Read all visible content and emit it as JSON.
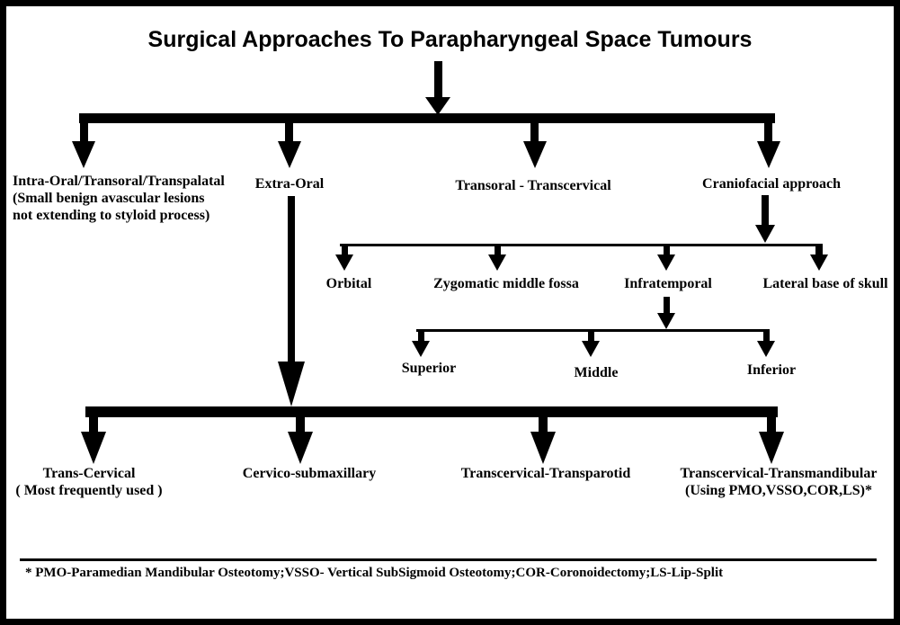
{
  "colors": {
    "ink": "#000000",
    "paper": "#ffffff"
  },
  "title": "Surgical Approaches To Parapharyngeal Space Tumours",
  "level1": {
    "intra_oral_line1": "Intra-Oral/Transoral/Transpalatal",
    "intra_oral_line2": "(Small benign avascular lesions",
    "intra_oral_line3": "not extending to styloid process)",
    "extra_oral": "Extra-Oral",
    "transoral_transcervical": "Transoral - Transcervical",
    "craniofacial": "Craniofacial approach"
  },
  "craniofacial_branches": {
    "orbital": "Orbital",
    "zygomatic_middle_fossa": "Zygomatic middle fossa",
    "infratemporal": "Infratemporal",
    "lateral_base_of_skull": "Lateral base of skull"
  },
  "infratemporal_branches": {
    "superior": "Superior",
    "middle": "Middle",
    "inferior": "Inferior"
  },
  "extra_oral_branches": {
    "trans_cervical_line1": "Trans-Cervical",
    "trans_cervical_line2": "( Most frequently used )",
    "cervico_submaxillary": "Cervico-submaxillary",
    "transcervical_transparotid": "Transcervical-Transparotid",
    "transcervical_transmandibular_line1": "Transcervical-Transmandibular",
    "transcervical_transmandibular_line2": "(Using PMO,VSSO,COR,LS)*"
  },
  "footnote": "* PMO-Paramedian Mandibular Osteotomy;VSSO- Vertical SubSigmoid Osteotomy;COR-Coronoidectomy;LS-Lip-Split"
}
